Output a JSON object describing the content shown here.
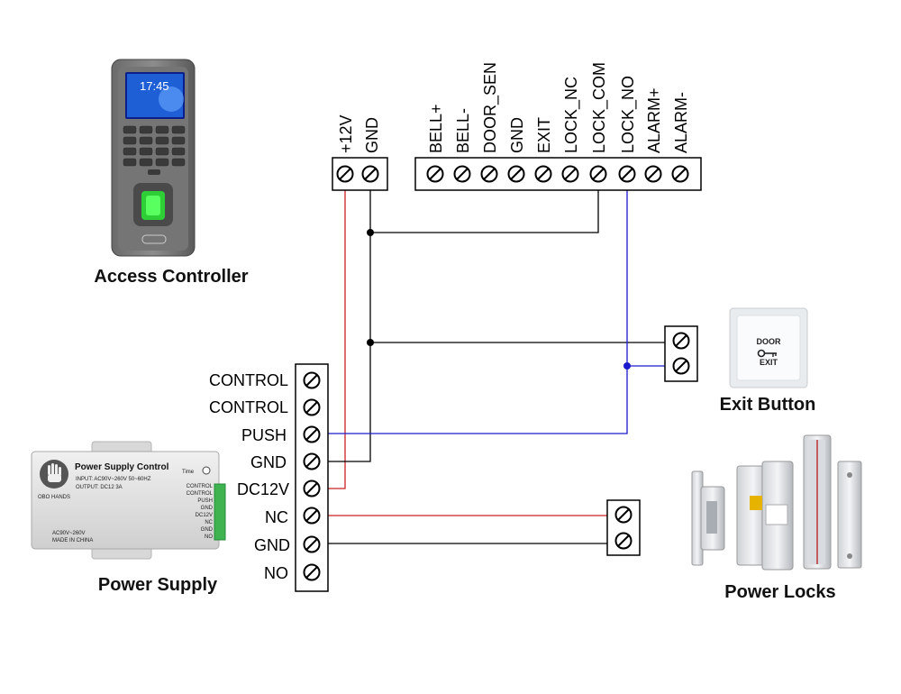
{
  "access_controller": {
    "caption": "Access Controller",
    "screen_time": "17:45",
    "power_terminals": [
      "+12V",
      "GND"
    ],
    "signal_terminals": [
      "BELL+",
      "BELL-",
      "DOOR_SEN",
      "GND",
      "EXIT",
      "LOCK_NC",
      "LOCK_COM",
      "LOCK_NO",
      "ALARM+",
      "ALARM-"
    ]
  },
  "power_supply": {
    "caption": "Power Supply",
    "terminals": [
      "CONTROL",
      "CONTROL",
      "PUSH",
      "GND",
      "DC12V",
      "NC",
      "GND",
      "NO"
    ],
    "device": {
      "title": "Power Supply Control",
      "brand": "OBO HANDS",
      "input": "INPUT:  AC90V~260V 50~60HZ",
      "output": "OUTPUT:  DC12 3A",
      "time": "Time",
      "ac_label": "AC90V~260V",
      "made_in": "MADE IN CHINA",
      "side_labels": [
        "CONTROL",
        "CONTROL",
        "PUSH",
        "GND",
        "DC12V",
        "NC",
        "GND",
        "NO"
      ]
    }
  },
  "exit_button": {
    "caption": "Exit Button",
    "text_top": "DOOR",
    "text_bottom": "EXIT"
  },
  "power_locks": {
    "caption": "Power Locks"
  },
  "colors": {
    "red_wire": "#cc2222",
    "blue_wire": "#1a1acc",
    "black_wire": "#000000"
  }
}
